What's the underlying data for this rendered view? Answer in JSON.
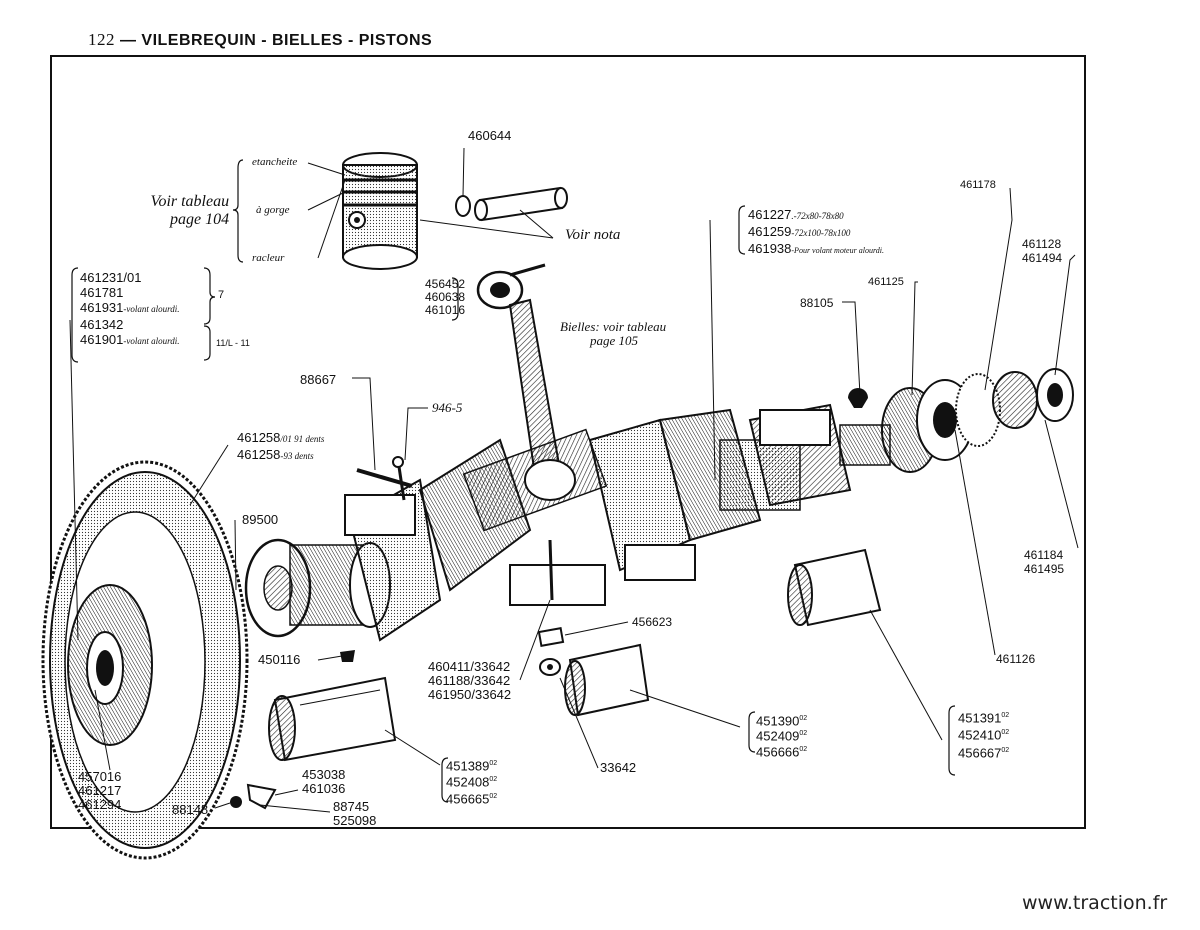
{
  "header": {
    "page_number": "122",
    "dash": "—",
    "title": "VILEBREQUIN - BIELLES - PISTONS"
  },
  "watermark": "www.traction.fr",
  "labels": {
    "pin_ring": "460644",
    "piston_ring_1": "etancheite",
    "piston_ring_2": "à gorge",
    "piston_ring_3": "racleur",
    "piston_see_table_1": "Voir tableau",
    "piston_see_table_2": "page 104",
    "voir_nota": "Voir nota",
    "flywheel_group": [
      "461231/01",
      "461781",
      "461931",
      "461342",
      "461901"
    ],
    "flywheel_group_notes": [
      "",
      "",
      "-volant alourdi.",
      "",
      "-volant alourdi."
    ],
    "flywheel_group_tag_1": "7",
    "flywheel_group_tag_2": "11/L - 11",
    "rod_bush": [
      "456452",
      "460638",
      "461016"
    ],
    "rod_see_table_1": "Bielles: voir tableau",
    "rod_see_table_2": "page 105",
    "pulley_group": [
      "461227",
      "461259",
      "461938"
    ],
    "pulley_group_notes": [
      ".-72x80-78x80",
      "-72x100-78x100",
      "-Pour volant moteur alourdi."
    ],
    "part_461178": "461178",
    "part_461128": "461128",
    "part_461494": "461494",
    "part_461125": "461125",
    "part_88105": "88105",
    "part_88667": "88667",
    "part_9465": "946-5",
    "ring_gear": [
      "461258",
      "461258"
    ],
    "ring_gear_notes": [
      "/01 91 dents",
      "-93 dents"
    ],
    "part_89500": "89500",
    "part_461184": "461184",
    "part_461495": "461495",
    "part_461126": "461126",
    "part_456623": "456623",
    "part_450116": "450116",
    "bolt_group": [
      "460411/33642",
      "461188/33642",
      "461950/33642"
    ],
    "bearing_center": [
      "451390",
      "452409",
      "456666"
    ],
    "bearing_rear": [
      "451391",
      "452410",
      "456667"
    ],
    "bearing_front": [
      "451389",
      "452408",
      "456665"
    ],
    "bearing_suffix": "02",
    "part_33642": "33642",
    "flywheel_bolt": [
      "457016",
      "461217",
      "461294"
    ],
    "washer_group": [
      "453038",
      "461036"
    ],
    "part_88148": "88148",
    "lock_group": [
      "88745",
      "525098"
    ]
  }
}
